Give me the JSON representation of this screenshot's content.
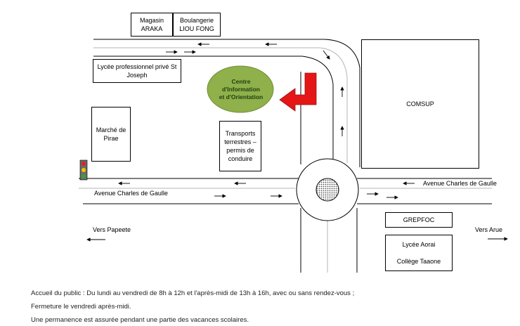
{
  "places": {
    "magasin": "Magasin\nARAKA",
    "boulangerie": "Boulangerie\nLIOU FONG",
    "lycee_joseph": "Lycée professionnel privé St\nJoseph",
    "marche": "Marché de\nPirae",
    "transports": "Transports\nterrestres –\npermis de\nconduire",
    "comsup": "COMSUP",
    "grepfoc": "GREPFOC",
    "lycee_aorai": "Lycée Aorai\n\nCollège Taaone"
  },
  "center": {
    "label": "Centre\nd'Information\net d'Orientation"
  },
  "roads": {
    "avenue_left": "Avenue Charles de Gaulle",
    "avenue_right": "Avenue Charles de Gaulle"
  },
  "directions": {
    "papeete": "Vers Papeete",
    "arue": "Vers Arue"
  },
  "footer": {
    "line1": "Accueil du public : Du lundi au vendredi de 8h à 12h et l'après-midi de 13h à 16h, avec ou sans rendez-vous ;",
    "line2": "Fermeture le vendredi après-midi.",
    "line3": "Une permanence est assurée pendant une partie des vacances scolaires."
  },
  "colors": {
    "center_fill": "#8fb04a",
    "center_stroke": "#6f8f35",
    "arrow_red": "#e51616",
    "light_red": "#e82020",
    "light_yellow": "#f2c200",
    "light_green": "#33a532",
    "roundabout_center": "#888888"
  }
}
